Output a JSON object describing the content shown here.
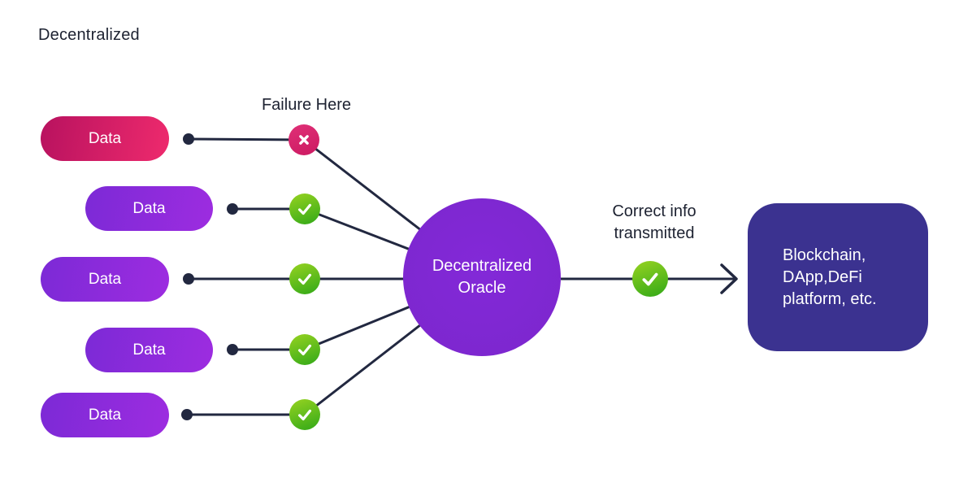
{
  "title": "Decentralized",
  "annotations": {
    "failure": "Failure Here",
    "success_line1": "Correct info",
    "success_line2": "transmitted"
  },
  "sources": [
    {
      "label": "Data",
      "status": "failure"
    },
    {
      "label": "Data",
      "status": "success"
    },
    {
      "label": "Data",
      "status": "success"
    },
    {
      "label": "Data",
      "status": "success"
    },
    {
      "label": "Data",
      "status": "success"
    }
  ],
  "oracle": {
    "line1": "Decentralized",
    "line2": "Oracle"
  },
  "destination": {
    "line1": "Blockchain,",
    "line2": "DApp,DeFi",
    "line3": "platform, etc."
  },
  "icons": {
    "failure_badge": "x-icon",
    "success_badge": "check-icon",
    "flow_end": "arrow-right-icon"
  },
  "colors": {
    "connector_line": "#222840",
    "failure_badge": "#d92a6f",
    "success_badge_top": "#97d321",
    "success_badge_bottom": "#31a818",
    "pill_pink_start": "#b8125f",
    "pill_pink_end": "#ee2a6d",
    "pill_purple_start": "#7c2ad6",
    "pill_purple_end": "#9d2ce0",
    "oracle_fill": "#7d27cf",
    "oracle_rim": "#6c1fb2",
    "destination_fill": "#3b3290",
    "text_dark": "#1d2231",
    "text_light": "#ffffff",
    "background": "#ffffff"
  }
}
